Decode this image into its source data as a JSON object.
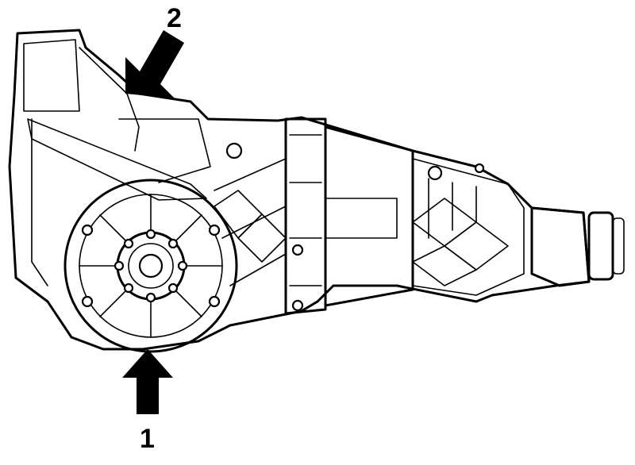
{
  "figure": {
    "subject": "transmission-assembly",
    "callouts": [
      {
        "number": "1"
      },
      {
        "number": "2"
      }
    ],
    "colors": {
      "ink": "#000000",
      "background": "#ffffff"
    }
  }
}
